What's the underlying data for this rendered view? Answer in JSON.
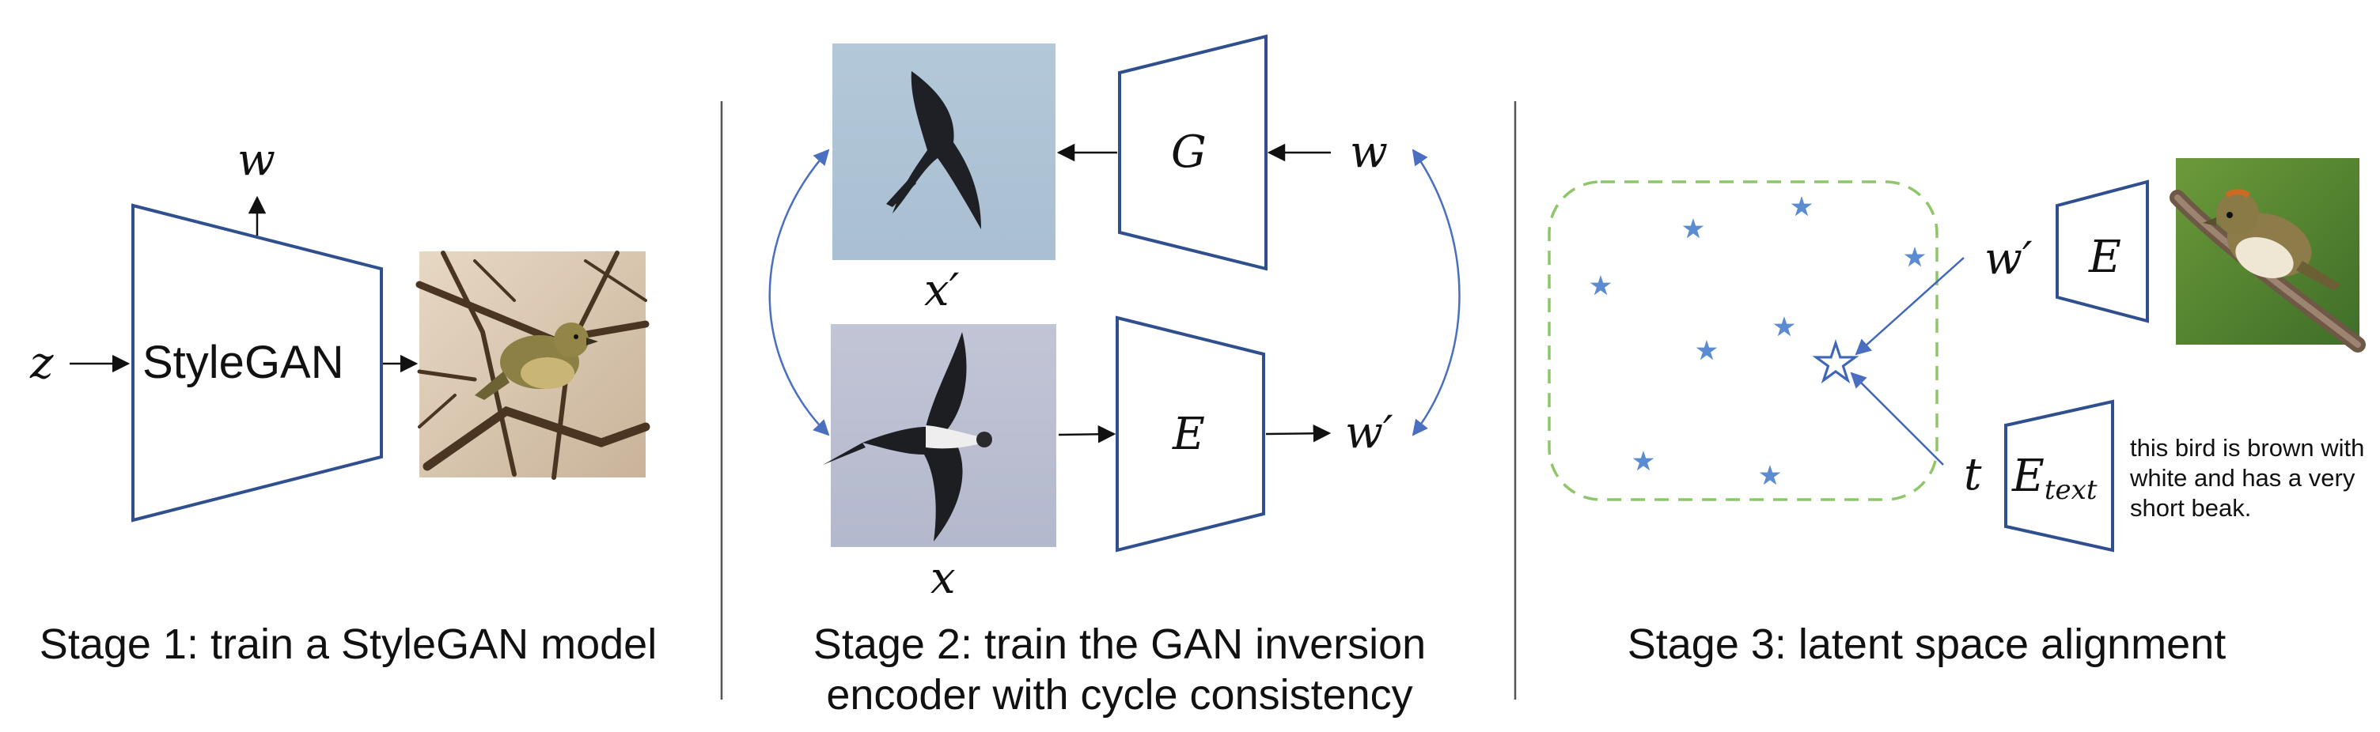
{
  "stage1": {
    "caption": "Stage 1: train a StyleGAN model",
    "block_label": "StyleGAN",
    "input_var": "z",
    "output_var": "w"
  },
  "stage2": {
    "caption_line1": "Stage 2: train the GAN inversion",
    "caption_line2": "encoder with cycle consistency",
    "generator_label": "G",
    "encoder_label": "E",
    "latent_in": "w",
    "latent_out": "w′",
    "image_gen_label": "x′",
    "image_real_label": "x"
  },
  "stage3": {
    "caption": "Stage 3: latent space alignment",
    "encoder_label": "E",
    "text_encoder_main": "E",
    "text_encoder_sub": "text",
    "latent_var": "w′",
    "text_var": "t",
    "description": "this bird is brown with white and has a very short beak."
  },
  "colors": {
    "block_stroke": "#2f4f8f",
    "cycle_arrow": "#4a6fc0",
    "star": "#5b8bd0",
    "region_dash": "#8ec66a",
    "divider": "#555555"
  }
}
